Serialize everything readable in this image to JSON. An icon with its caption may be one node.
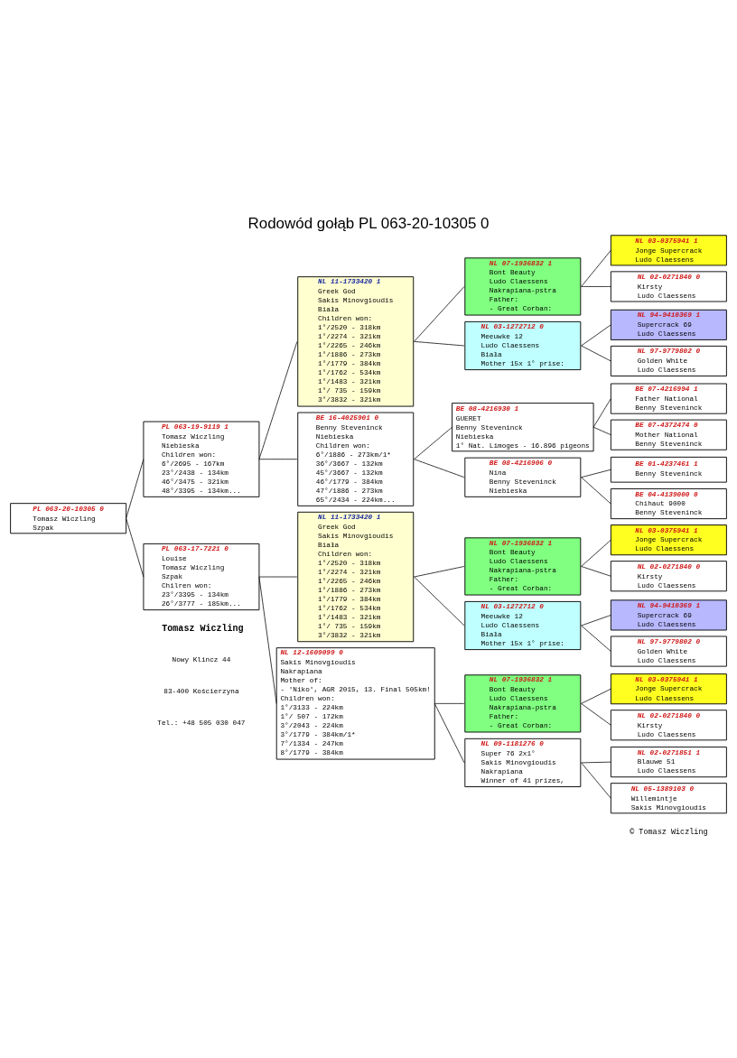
{
  "diagram": {
    "title": "Rodowód gołąb PL 063-20-10305 0",
    "nodes": [
      {
        "text": [
          "PL 063-20-10305 0",
          "Tomasz Wiczling",
          "Szpak"
        ]
      },
      {
        "text": [
          "PL 063-19-9119 1",
          "Tomasz Wiczling",
          "Niebieska",
          "Children won:",
          "6°/2695 - 167km",
          "23°/2438 - 134km",
          "46°/3475 - 321km",
          "48°/3395 - 134km..."
        ]
      },
      {
        "text": [
          "NL 11-1733420 1",
          "Greek God",
          "Sakis Minovgioudis",
          "Biała",
          "Children won:",
          "1°/2520 - 318km",
          "1°/2274 - 321km",
          "1°/2265 - 246km",
          "1°/1886 - 273km",
          "1°/1779 - 384km",
          "1°/1762 - 534km",
          "1°/1483 - 321km",
          "1°/ 735 - 159km",
          "3°/3832 - 321km"
        ]
      },
      {
        "text": [
          "NL 07-1936832 1",
          "Bont Beauty",
          "Ludo Claessens",
          "Nakrapiana-pstra",
          "Father:",
          "- Great Corban:"
        ]
      },
      {
        "text": [
          "NL 03-0375941 1",
          "Jonge Supercrack",
          "Ludo Claessens"
        ]
      },
      {
        "text": [
          "NL 02-0271840 0",
          "Kirsty",
          "Ludo Claessens"
        ]
      },
      {
        "text": [
          "NL 03-1272712 0",
          "Meeuwke 12",
          "Ludo Claessens",
          "Biała",
          "Mother 15x 1° prise:"
        ]
      },
      {
        "text": [
          "NL 94-9410369 1",
          "Supercrack 69",
          "Ludo Claessens"
        ]
      },
      {
        "text": [
          "NL 97-9779802 0",
          "Golden White",
          "Ludo Claessens"
        ]
      },
      {
        "text": [
          "BE 16-4025901 0",
          "Benny Steveninck",
          "Niebieska",
          "Children won:",
          "6°/1886 - 273km/1*",
          "36°/3667 - 132km",
          "45°/3667 - 132km",
          "46°/1779 - 384km",
          "47°/1886 - 273km",
          "65°/2434 - 224km..."
        ]
      },
      {
        "text": [
          "BE 08-4216930 1",
          "GUERET",
          "Benny Steveninck",
          "Niebieska",
          "1° Nat. Limoges - 16.896 pigeons"
        ]
      },
      {
        "text": [
          "BE 07-4216994 1",
          "Father National",
          "Benny Steveninck"
        ]
      },
      {
        "text": [
          "BE 07-4372474 0",
          "Mother National",
          "Benny Steveninck"
        ]
      },
      {
        "text": [
          "BE 08-4216906 0",
          "Nina",
          "Benny Steveninck",
          "Niebieska"
        ]
      },
      {
        "text": [
          "BE 01-4237461 1",
          "Benny Steveninck"
        ]
      },
      {
        "text": [
          "BE 04-4139000 0",
          "Chihaut 9000",
          "Benny Steveninck"
        ]
      },
      {
        "text": [
          "PL 063-17-7221 0",
          "Louise",
          "Tomasz Wiczling",
          "Szpak",
          "Chilren won:",
          "23°/3395 - 134km",
          "26°/3777 - 185km..."
        ]
      },
      {
        "text": [
          "NL 11-1733420 1",
          "Greek God",
          "Sakis Minovgioudis",
          "Biała",
          "Children won:",
          "1°/2520 - 318km",
          "1°/2274 - 321km",
          "1°/2265 - 246km",
          "1°/1886 - 273km",
          "1°/1779 - 384km",
          "1°/1762 - 534km",
          "1°/1483 - 321km",
          "1°/ 735 - 159km",
          "3°/3832 - 321km"
        ]
      },
      {
        "text": [
          "NL 07-1936832 1",
          "Bont Beauty",
          "Ludo Claessens",
          "Nakrapiana-pstra",
          "Father:",
          "- Great Corban:"
        ]
      },
      {
        "text": [
          "NL 03-0375941 1",
          "Jonge Supercrack",
          "Ludo Claessens"
        ]
      },
      {
        "text": [
          "NL 02-0271840 0",
          "Kirsty",
          "Ludo Claessens"
        ]
      },
      {
        "text": [
          "NL 03-1272712 0",
          "Meeuwke 12",
          "Ludo Claessens",
          "Biała",
          "Mother 15x 1° prise:"
        ]
      },
      {
        "text": [
          "NL 94-9410369 1",
          "Supercrack 69",
          "Ludo Claessens"
        ]
      },
      {
        "text": [
          "NL 97-9779802 0",
          "Golden White",
          "Ludo Claessens"
        ]
      },
      {
        "text": [
          "NL 12-1609099 0",
          "Sakis Minovgioudis",
          "Nakrapiana",
          "Mother of:",
          "- 'Niko', AGR 2015, 13. Final 505km!",
          "Children won:",
          "1°/3133 - 224km",
          "1°/ 507 - 172km",
          "3°/2043 - 224km",
          "3°/1779 - 384km/1*",
          "7°/1334 - 247km",
          "8°/1779 - 384km"
        ]
      },
      {
        "text": [
          "NL 07-1936832 1",
          "Bont Beauty",
          "Ludo Claessens",
          "Nakrapiana-pstra",
          "Father:",
          "- Great Corban:"
        ]
      },
      {
        "text": [
          "NL 03-0375941 1",
          "Jonge Supercrack",
          "Ludo Claessens"
        ]
      },
      {
        "text": [
          "NL 02-0271840 0",
          "Kirsty",
          "Ludo Claessens"
        ]
      },
      {
        "text": [
          "NL 09-1181276 0",
          "Super 76 2x1°",
          "Sakis Minovgioudis",
          "Nakrapiana",
          "Winner of 41 prizes,"
        ]
      },
      {
        "text": [
          "NL 02-0271851 1",
          "Blauwe 51",
          "Ludo Claessens"
        ]
      },
      {
        "text": [
          "NL 05-1389103 0",
          "Willemintje",
          "Sakis Minovgioudis"
        ]
      }
    ],
    "edges": [
      {
        "from": 0,
        "to": 1,
        "arrow": "none"
      },
      {
        "from": 0,
        "to": 16,
        "arrow": "none"
      },
      {
        "from": 1,
        "to": 2,
        "arrow": "none"
      },
      {
        "from": 1,
        "to": 9,
        "arrow": "none"
      },
      {
        "from": 2,
        "to": 3,
        "arrow": "none"
      },
      {
        "from": 2,
        "to": 6,
        "arrow": "none"
      },
      {
        "from": 3,
        "to": 4,
        "arrow": "none"
      },
      {
        "from": 3,
        "to": 5,
        "arrow": "none"
      },
      {
        "from": 6,
        "to": 7,
        "arrow": "none"
      },
      {
        "from": 6,
        "to": 8,
        "arrow": "none"
      },
      {
        "from": 9,
        "to": 10,
        "arrow": "none"
      },
      {
        "from": 9,
        "to": 13,
        "arrow": "none"
      },
      {
        "from": 10,
        "to": 11,
        "arrow": "none"
      },
      {
        "from": 10,
        "to": 12,
        "arrow": "none"
      },
      {
        "from": 13,
        "to": 14,
        "arrow": "none"
      },
      {
        "from": 13,
        "to": 15,
        "arrow": "none"
      },
      {
        "from": 16,
        "to": 17,
        "arrow": "none"
      },
      {
        "from": 16,
        "to": 24,
        "arrow": "none"
      },
      {
        "from": 17,
        "to": 18,
        "arrow": "none"
      },
      {
        "from": 17,
        "to": 21,
        "arrow": "none"
      },
      {
        "from": 18,
        "to": 19,
        "arrow": "none"
      },
      {
        "from": 18,
        "to": 20,
        "arrow": "none"
      },
      {
        "from": 21,
        "to": 22,
        "arrow": "none"
      },
      {
        "from": 21,
        "to": 23,
        "arrow": "none"
      },
      {
        "from": 24,
        "to": 25,
        "arrow": "none"
      },
      {
        "from": 24,
        "to": 28,
        "arrow": "none"
      },
      {
        "from": 25,
        "to": 26,
        "arrow": "none"
      },
      {
        "from": 25,
        "to": 27,
        "arrow": "none"
      },
      {
        "from": 28,
        "to": 29,
        "arrow": "none"
      },
      {
        "from": 28,
        "to": 30,
        "arrow": "none"
      }
    ],
    "labels": [
      "Tomasz Wiczling",
      "Nowy Klincz 44",
      "83-400 Kościerzyna",
      "Tel.: +48 505 030 047",
      "© Tomasz Wiczling"
    ]
  }
}
